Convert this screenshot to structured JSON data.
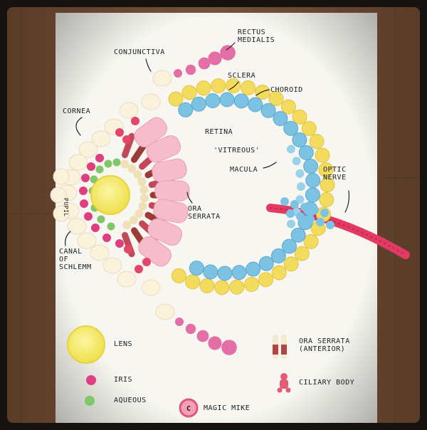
{
  "labels": {
    "conjunctiva": "CONJUNCTIVA",
    "rectus_medialis_1": "RECTUS",
    "rectus_medialis_2": "MEDIALIS",
    "sclera": "SCLERA",
    "choroid": "CHOROID",
    "cornea": "CORNEA",
    "retina": "RETINA",
    "vitreous": "'VITREOUS'",
    "macula": "MACULA",
    "optic_nerve_1": "OPTIC",
    "optic_nerve_2": "NERVE",
    "pupil": "PUPIL",
    "ora_serrata_1": "ORA",
    "ora_serrata_2": "SERRATA",
    "canal_1": "CANAL",
    "canal_2": "OF",
    "canal_3": "SCHLEMM"
  },
  "legend": {
    "lens": "LENS",
    "iris": "IRIS",
    "aqueous": "AQUEOUS",
    "magic_mike": "MAGIC MIKE",
    "ora_anterior_1": "ORA SERRATA",
    "ora_anterior_2": "(ANTERIOR)",
    "ciliary_body": "CILIARY BODY",
    "magic_mike_letter": "C"
  },
  "colors": {
    "wood": "#6b4a32",
    "paper": "#f7f6f0",
    "sclera_yellow": "#f3db5e",
    "retina_blue": "#7cc3e3",
    "cornea_white": "#fbf2dc",
    "iris_pink": "#df3f7e",
    "aqueous_green": "#7ec86a",
    "lens_yellow": "#f7ee5a",
    "ora_pink": "#f6bccb",
    "optic_red": "#e23a62"
  }
}
